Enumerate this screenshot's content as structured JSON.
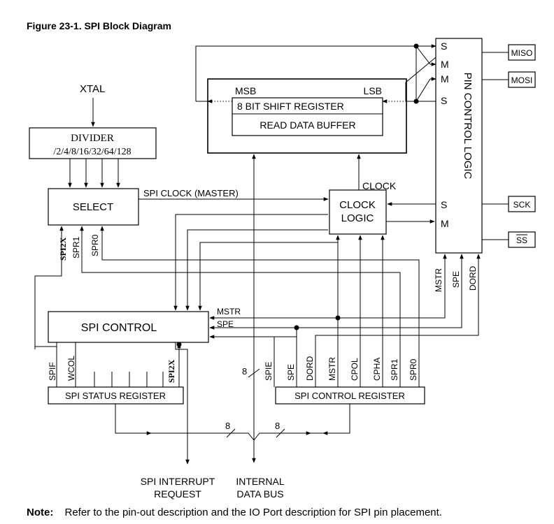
{
  "figure": {
    "title": "Figure 23-1.  SPI Block Diagram"
  },
  "blocks": {
    "divider": {
      "title": "DIVIDER",
      "ratios": "/2/4/8/16/32/64/128"
    },
    "select": "SELECT",
    "msb": "MSB",
    "lsb": "LSB",
    "shift_register": "8 BIT SHIFT REGISTER",
    "read_buffer": "READ DATA BUFFER",
    "clock_logic_1": "CLOCK",
    "clock_logic_2": "LOGIC",
    "clock_signal": "CLOCK",
    "pin_control": "PIN CONTROL LOGIC",
    "spi_control": "SPI CONTROL",
    "status_register": "SPI STATUS REGISTER",
    "control_register": "SPI CONTROL REGISTER"
  },
  "inputs": {
    "xtal": "XTAL"
  },
  "pins": {
    "miso": "MISO",
    "mosi": "MOSI",
    "sck": "SCK",
    "ss": "SS"
  },
  "pin_ports": {
    "s1": "S",
    "m1": "M",
    "m2": "M",
    "s2": "S",
    "s_clk": "S",
    "m_clk": "M"
  },
  "signals": {
    "spi_clock_master": "SPI CLOCK (MASTER)",
    "spi2x_sel": "SPI2X",
    "spr1_sel": "SPR1",
    "spr0_sel": "SPR0",
    "mstr_ctrl": "MSTR",
    "spe_ctrl": "SPE",
    "mstr_pin": "MSTR",
    "spe_pin": "SPE",
    "dord_pin": "DORD",
    "spif": "SPIF",
    "wcol": "WCOL",
    "spi2x_status": "SPI2X",
    "bus_width_vertical": "8",
    "bus_width_left": "8",
    "bus_width_right": "8"
  },
  "control_bits": [
    "SPIE",
    "SPE",
    "DORD",
    "MSTR",
    "CPOL",
    "CPHA",
    "SPR1",
    "SPR0"
  ],
  "outputs": {
    "interrupt_1": "SPI INTERRUPT",
    "interrupt_2": "REQUEST",
    "databus_1": "INTERNAL",
    "databus_2": "DATA BUS"
  },
  "note": {
    "label": "Note:",
    "text": "Refer to the pin-out description and the IO Port description for SPI pin placement."
  }
}
